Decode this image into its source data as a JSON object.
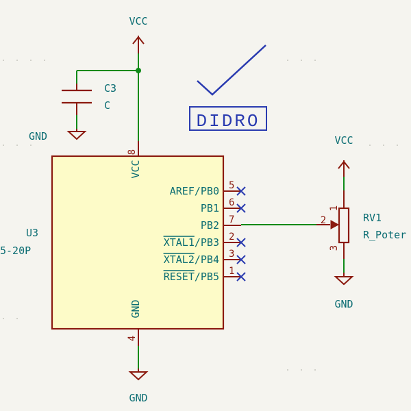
{
  "power": {
    "vcc_top": "VCC",
    "vcc_right": "VCC",
    "gnd_cap": "GND",
    "gnd_chip": "GND",
    "gnd_pot": "GND"
  },
  "capacitor": {
    "ref": "C3",
    "value": "C"
  },
  "chip": {
    "ref": "U3",
    "value_partial": "5-20P",
    "vcc_pin_name": "VCC",
    "vcc_pin_num": "8",
    "gnd_pin_name": "GND",
    "gnd_pin_num": "4",
    "pins": [
      {
        "name": "AREF/PB0",
        "num": "5"
      },
      {
        "name": "PB1",
        "num": "6"
      },
      {
        "name": "PB2",
        "num": "7"
      },
      {
        "name": "XTAL1/PB3",
        "num": "2"
      },
      {
        "name": "XTAL2/PB4",
        "num": "3"
      },
      {
        "name": "RESET/PB5",
        "num": "1"
      }
    ]
  },
  "logo_text": "DIDRO",
  "potentiometer": {
    "ref": "RV1",
    "value_partial": "R_Poter",
    "pin_top": "1",
    "pin_wiper": "2",
    "pin_bottom": "3"
  },
  "colors": {
    "background": "#f5f4ef",
    "wire": "#0e8a16",
    "symbol": "#8b1a0f",
    "text": "#0a6c72",
    "chip_fill": "#fdfbc8",
    "no_connect": "#2a3bb0"
  }
}
